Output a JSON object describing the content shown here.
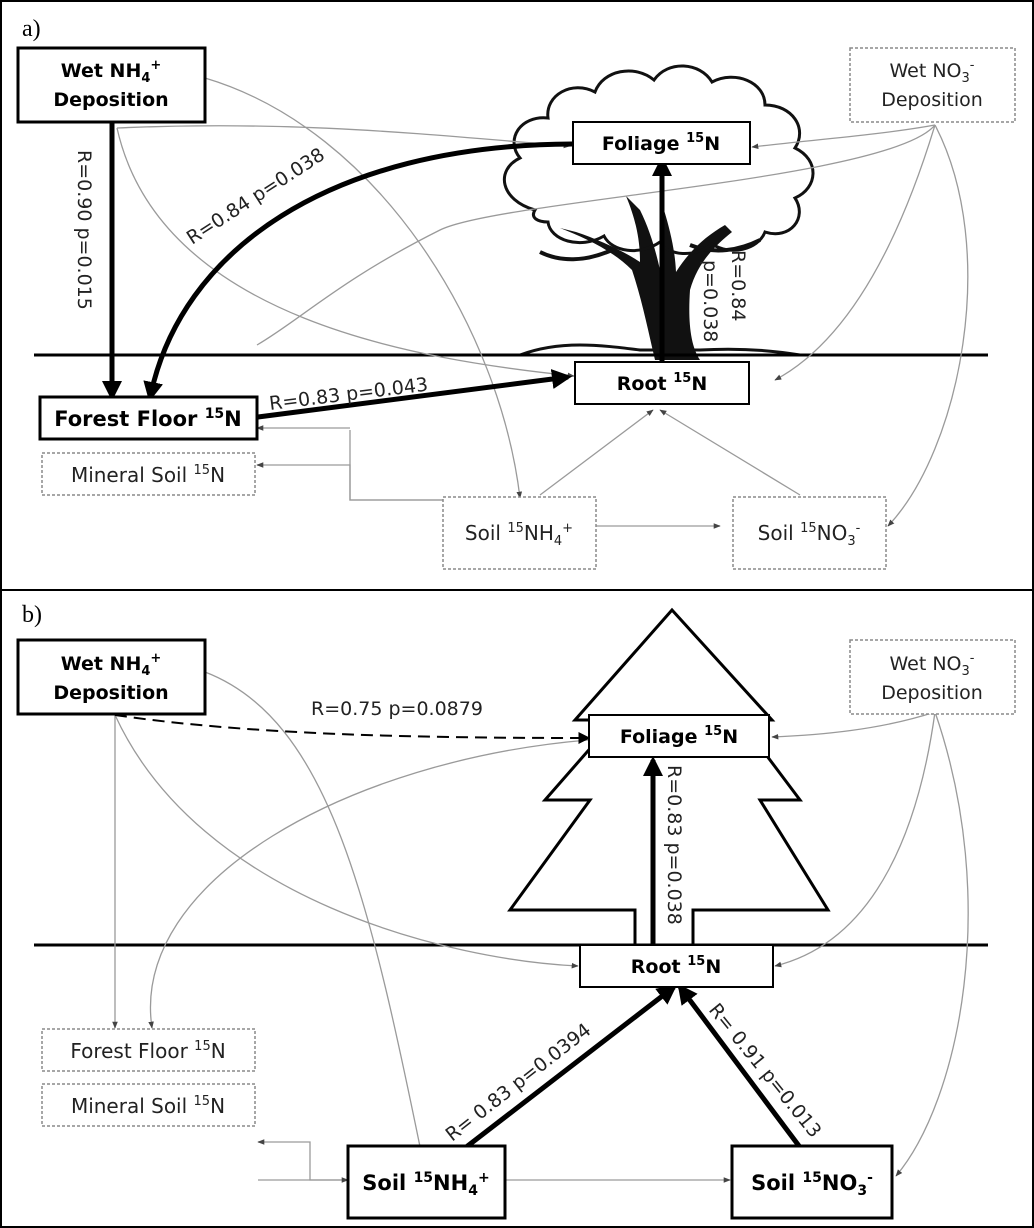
{
  "colors": {
    "strong": "#000000",
    "weak": "#9a9a9a",
    "box_solid": "#000000",
    "box_dashed": "#8a8a8a",
    "text": "#222222"
  },
  "panel_a": {
    "label": "a)",
    "tree_icon": "deciduous-tree-icon",
    "nodes": {
      "wet_nh4": {
        "line1": "Wet NH",
        "line1_sub": "4",
        "line1_sup": "+",
        "line2": "Deposition"
      },
      "wet_no3": {
        "line1": "Wet NO",
        "line1_sub": "3",
        "line1_sup": "-",
        "line2": "Deposition"
      },
      "foliage": {
        "pre": "Foliage ",
        "sup": "15",
        "post": "N"
      },
      "root": {
        "pre": "Root ",
        "sup": "15",
        "post": "N"
      },
      "forest_floor": {
        "pre": "Forest Floor ",
        "sup": "15",
        "post": "N"
      },
      "mineral_soil": {
        "pre": "Mineral Soil ",
        "sup": "15",
        "post": "N"
      },
      "soil_nh4": {
        "pre": "Soil ",
        "sup": "15",
        "mid": "NH",
        "sub": "4",
        "sup2": "+"
      },
      "soil_no3": {
        "pre": "Soil ",
        "sup": "15",
        "mid": "NO",
        "sub": "3",
        "sup2": "-"
      }
    },
    "edges": {
      "wetnh4_to_forestfloor": "R=0.90 p=0.015",
      "foliage_to_forestfloor": "R=0.84 p=0.038",
      "forestfloor_to_root": "R=0.83 p=0.043",
      "root_to_foliage_line1": "R=0.84",
      "root_to_foliage_line2": "p=0.038"
    }
  },
  "panel_b": {
    "label": "b)",
    "tree_icon": "conifer-tree-icon",
    "nodes": {
      "wet_nh4": {
        "line1": "Wet NH",
        "line1_sub": "4",
        "line1_sup": "+",
        "line2": "Deposition"
      },
      "wet_no3": {
        "line1": "Wet NO",
        "line1_sub": "3",
        "line1_sup": "-",
        "line2": "Deposition"
      },
      "foliage": {
        "pre": "Foliage ",
        "sup": "15",
        "post": "N"
      },
      "root": {
        "pre": "Root ",
        "sup": "15",
        "post": "N"
      },
      "forest_floor": {
        "pre": "Forest Floor ",
        "sup": "15",
        "post": "N"
      },
      "mineral_soil": {
        "pre": "Mineral Soil ",
        "sup": "15",
        "post": "N"
      },
      "soil_nh4": {
        "pre": "Soil ",
        "sup": "15",
        "mid": "NH",
        "sub": "4",
        "sup2": "+"
      },
      "soil_no3": {
        "pre": "Soil ",
        "sup": "15",
        "mid": "NO",
        "sub": "3",
        "sup2": "-"
      }
    },
    "edges": {
      "wetnh4_to_foliage": "R=0.75 p=0.0879",
      "root_to_foliage": "R=0.83 p=0.038",
      "soilnh4_to_root": "R= 0.83 p=0.0394",
      "soilno3_to_root": "R= 0.91 p=0.013"
    }
  }
}
